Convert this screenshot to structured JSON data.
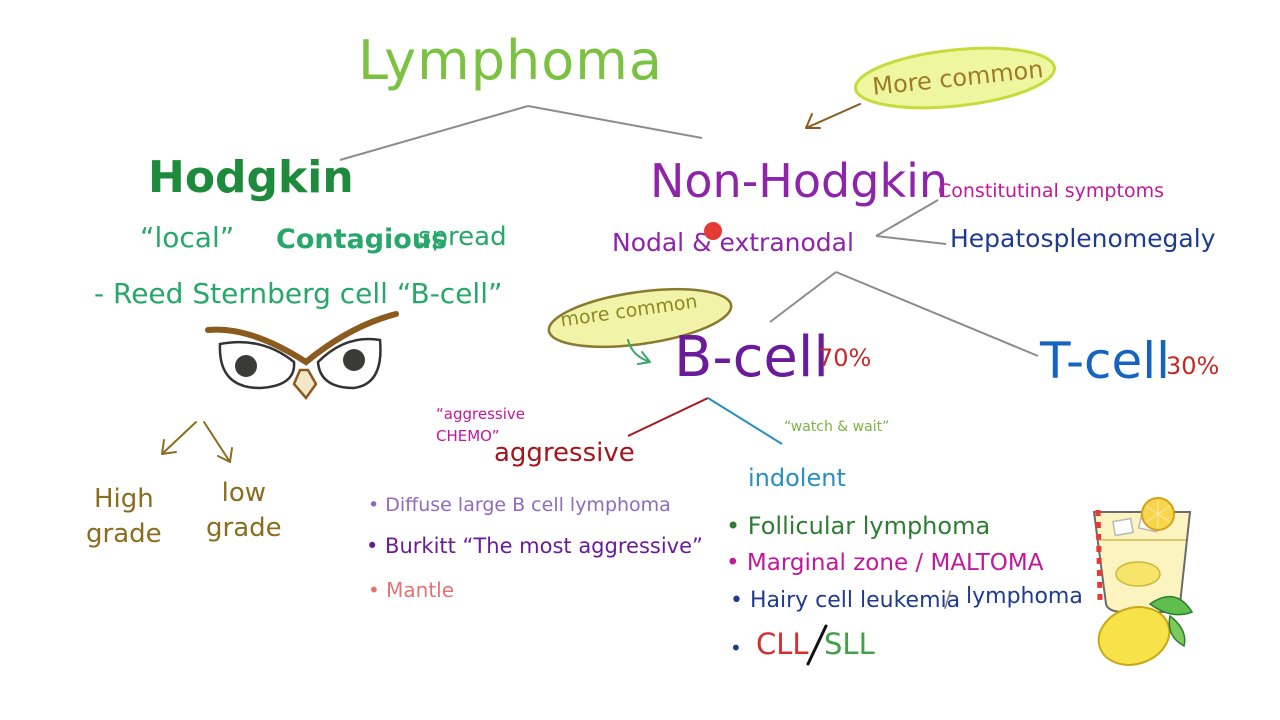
{
  "title": "Lymphoma",
  "hodgkin": {
    "label": "Hodgkin",
    "local": "“local”",
    "contagious": "Contagious",
    "spread": "spread",
    "reed": "- Reed Sternberg cell “B-cell”",
    "grades": {
      "high": "High\ngrade",
      "low": "low\ngrade"
    }
  },
  "non_hodgkin": {
    "label": "Non-Hodgkin",
    "more_common": "More common",
    "nodal": "Nodal & extranodal",
    "constitutional": "Constitutinal symptoms",
    "hepato": "Hepatosplenomegaly"
  },
  "b_cell": {
    "more_common": "more common",
    "label": "B-cell",
    "percent": "70%"
  },
  "t_cell": {
    "label": "T-cell",
    "percent": "30%"
  },
  "aggressive": {
    "chemo_note": "“aggressive\nCHEMO”",
    "label": "aggressive",
    "items": [
      "• Diffuse large B cell lymphoma",
      "• Burkitt “The most aggressive”",
      "• Mantle"
    ]
  },
  "indolent": {
    "watch_note": "“watch & wait”",
    "label": "indolent",
    "items": [
      "• Follicular lymphoma",
      "• Marginal zone / MALTOMA",
      "• Hairy cell leukemia"
    ],
    "lymphoma_suffix": "lymphoma",
    "slash": "/",
    "cll_bullet": "•",
    "cll": "CLL",
    "sll": "SLL"
  },
  "colors": {
    "title": "#7cc242",
    "hodgkin": "#1e8a3c",
    "non_hodgkin": "#8e24aa",
    "b_cell": "#6a1b9a",
    "t_cell": "#1565c0",
    "connector": "#8c8c8c"
  },
  "icons": [
    "owl-eyes-icon",
    "arrow-down-left-icon",
    "arrow-down-right-icon",
    "lemonade-glass-icon",
    "lemon-icon",
    "pointer-dot-icon"
  ]
}
